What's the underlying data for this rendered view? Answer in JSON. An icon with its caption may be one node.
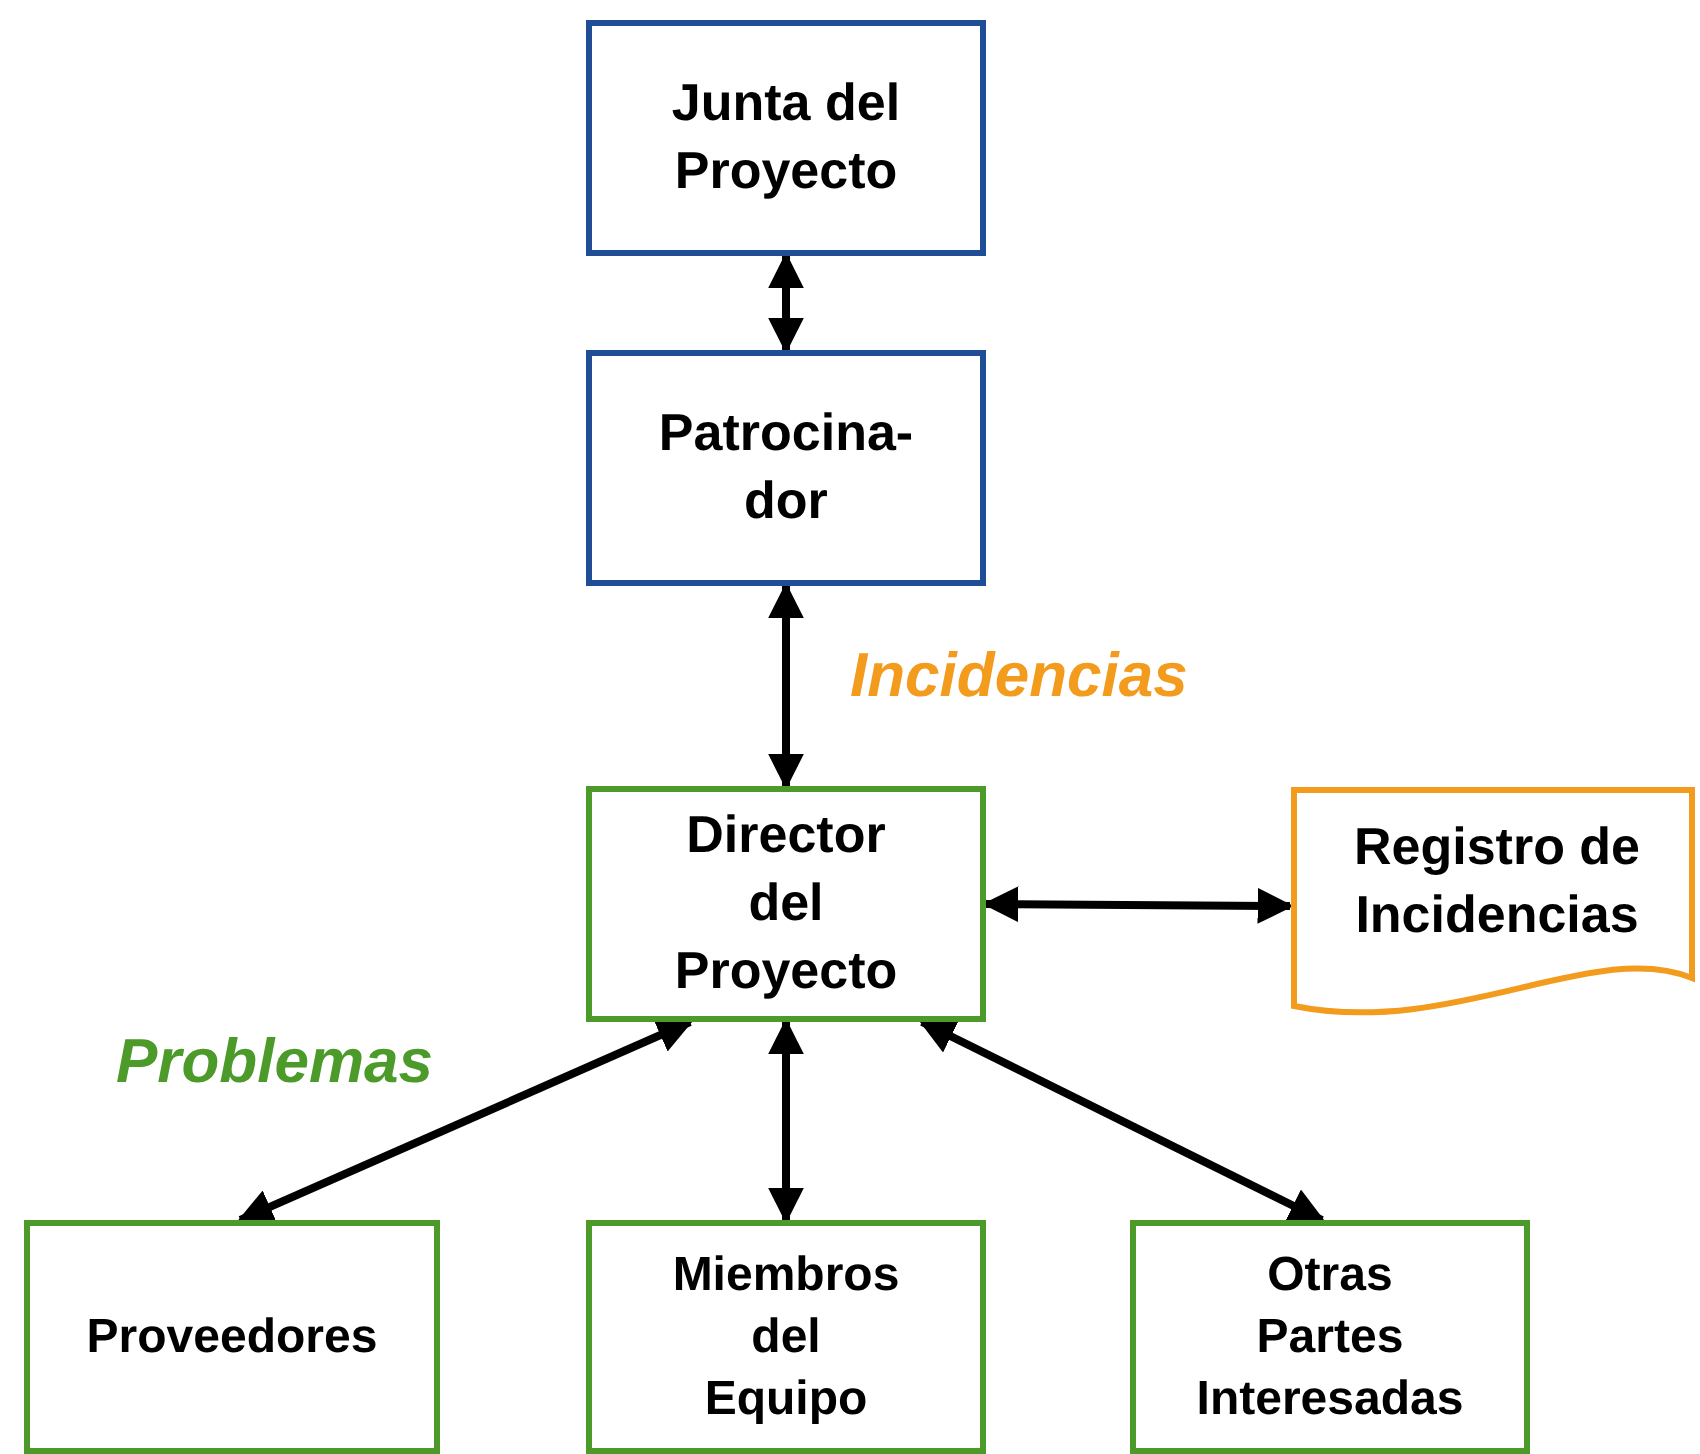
{
  "diagram": {
    "nodes": [
      {
        "text": [
          "Junta del Proyecto"
        ]
      },
      {
        "text": [
          "Patrocina- dor"
        ]
      },
      {
        "text": [
          "Director del Proyecto"
        ]
      },
      {
        "text": [
          "Registro de Incidencias"
        ]
      },
      {
        "text": [
          "Proveedores"
        ]
      },
      {
        "text": [
          "Miembros del Equipo"
        ]
      },
      {
        "text": [
          "Otras Partes Interesadas"
        ]
      }
    ],
    "edges": [
      {
        "from": 0,
        "to": 1,
        "arrow": "both"
      },
      {
        "from": 1,
        "to": 2,
        "arrow": "both"
      },
      {
        "from": 2,
        "to": 3,
        "arrow": "both"
      },
      {
        "from": 2,
        "to": 4,
        "arrow": "both"
      },
      {
        "from": 2,
        "to": 5,
        "arrow": "both"
      },
      {
        "from": 2,
        "to": 6,
        "arrow": "both"
      }
    ],
    "labels": [
      "Incidencias",
      "Problemas"
    ]
  }
}
